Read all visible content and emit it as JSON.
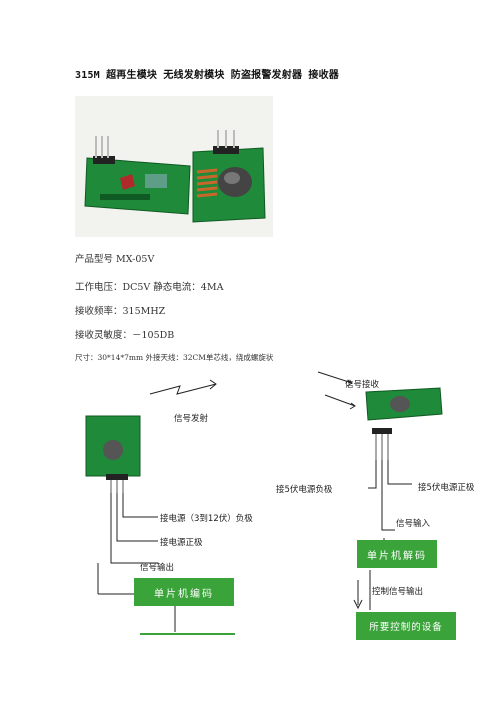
{
  "title": "315M 超再生模块 无线发射模块 防盗报警发射器 接收器",
  "specs": {
    "model": "产品型号 MX-05V",
    "voltage": "工作电压：DC5V 静态电流：4MA",
    "frequency": "接收频率：315MHZ",
    "sensitivity": "接收灵敏度：－105DB",
    "size": "尺寸：30*14*7mm 外接天线：32CM单芯线，绕成螺旋状"
  },
  "diagram": {
    "tx_signal": "信号发射",
    "rx_signal": "信号接收",
    "tx_gnd": "接电源（3到12伏）负极",
    "tx_vcc": "接电源正极",
    "tx_data_out": "信号输出",
    "tx_box": "单片机编码",
    "rx_gnd": "接5伏电源负极",
    "rx_vcc": "接5伏电源正极",
    "rx_data_in": "信号输入",
    "rx_box": "单片机解码",
    "rx_ctrl_out": "控制信号输出",
    "rx_device": "所要控制的设备"
  },
  "colors": {
    "pcb": "#1f8a3a",
    "box": "#3aa33a",
    "coil": "#c8672a"
  }
}
